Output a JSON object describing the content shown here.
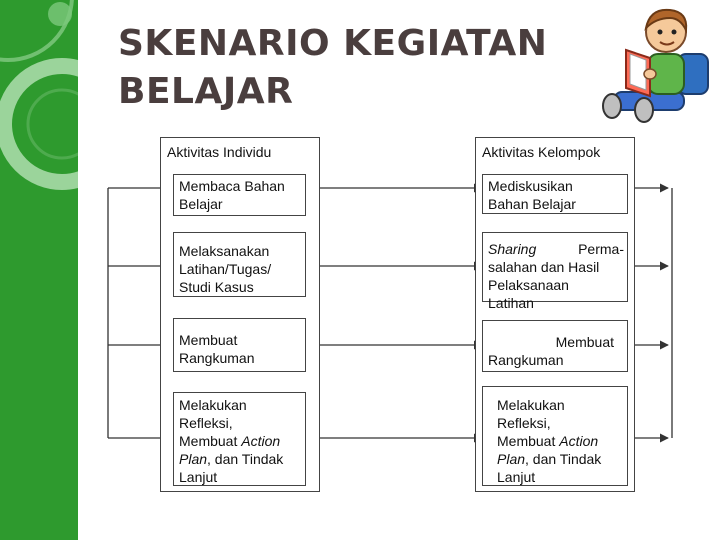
{
  "slide": {
    "title_line1": "SKENARIO KEGIATAN",
    "title_line2": "BELAJAR"
  },
  "left_column": {
    "header": "Aktivitas Individu",
    "steps": [
      {
        "l1": "Membaca Bahan",
        "l2": "Belajar"
      },
      {
        "l1": "Melaksanakan",
        "l2": "Latihan/Tugas/",
        "l3": "Studi Kasus"
      },
      {
        "l1": "Membuat",
        "l2": "Rangkuman"
      },
      {
        "l1": "Melakukan",
        "l2": "Refleksi,",
        "l3": "Membuat",
        "l3i": "Action",
        "l4i": "Plan",
        "l4": ", dan Tindak",
        "l5": "Lanjut"
      }
    ]
  },
  "right_column": {
    "header": "Aktivitas Kelompok",
    "steps": [
      {
        "l1": "Mediskusikan",
        "l2": "Bahan Belajar"
      },
      {
        "l1i": "Sharing",
        "l1": "Perma-",
        "l2": "salahan dan Hasil",
        "l3": "Pelaksanaan",
        "l4": "Latihan"
      },
      {
        "l1": "Membuat",
        "l2": "Rangkuman"
      },
      {
        "l1": "Melakukan",
        "l2": "Refleksi,",
        "l3": "Membuat",
        "l3i": "Action",
        "l4i": "Plan",
        "l4": ", dan Tindak",
        "l5": "Lanjut"
      }
    ]
  },
  "colors": {
    "sidebar": "#2e9a2e",
    "title": "#4a3e3e",
    "lines": "#333333"
  },
  "icons": {
    "mascot": "boy-reading-book-icon"
  }
}
